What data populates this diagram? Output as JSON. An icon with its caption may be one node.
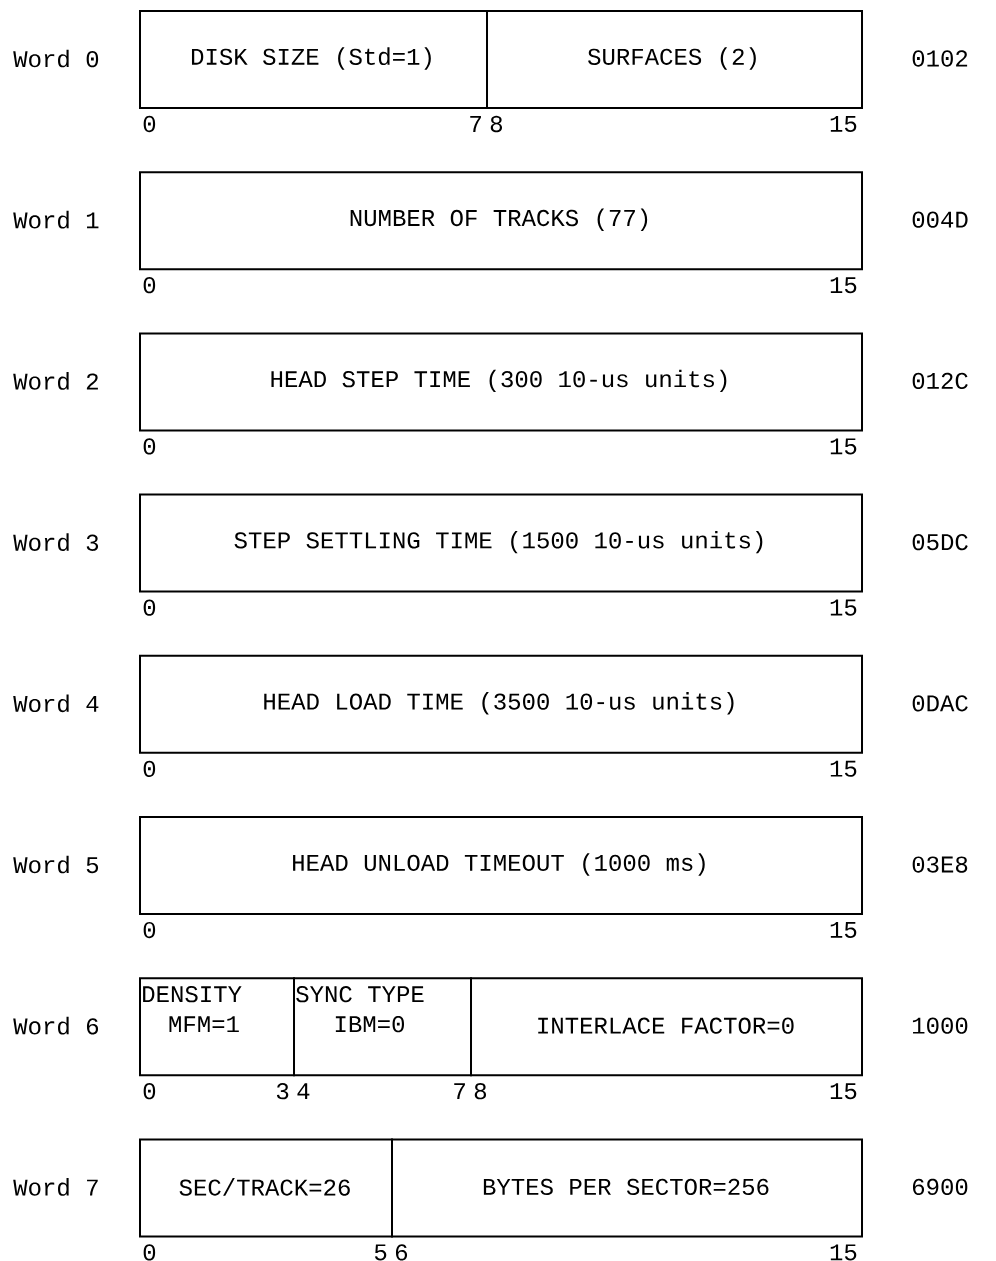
{
  "diagram": {
    "nodes": [
      {
        "text": [
          "DISK SIZE (Std=1)"
        ]
      },
      {
        "text": [
          "SURFACES (2)"
        ]
      },
      {
        "text": [
          "NUMBER OF TRACKS (77)"
        ]
      },
      {
        "text": [
          "HEAD STEP TIME (300 10-us units)"
        ]
      },
      {
        "text": [
          "STEP SETTLING TIME (1500 10-us units)"
        ]
      },
      {
        "text": [
          "HEAD LOAD TIME (3500 10-us units)"
        ]
      },
      {
        "text": [
          "HEAD UNLOAD TIMEOUT (1000 ms)"
        ]
      },
      {
        "text": [
          "DENSITY",
          "MFM=1"
        ]
      },
      {
        "text": [
          "SYNC TYPE",
          "IBM=0"
        ]
      },
      {
        "text": [
          "INTERLACE FACTOR=0"
        ]
      },
      {
        "text": [
          "SEC/TRACK=26"
        ]
      },
      {
        "text": [
          "BYTES PER SECTOR=256"
        ]
      }
    ],
    "labels": [
      "Word 0",
      "0102",
      "0",
      "7",
      "8",
      "15",
      "Word 1",
      "004D",
      "0",
      "15",
      "Word 2",
      "012C",
      "0",
      "15",
      "Word 3",
      "05DC",
      "0",
      "15",
      "Word 4",
      "0DAC",
      "0",
      "15",
      "Word 5",
      "03E8",
      "0",
      "15",
      "Word 6",
      "1000",
      "0",
      "3",
      "4",
      "7",
      "8",
      "15",
      "Word 7",
      "6900",
      "0",
      "5",
      "6",
      "15"
    ]
  }
}
